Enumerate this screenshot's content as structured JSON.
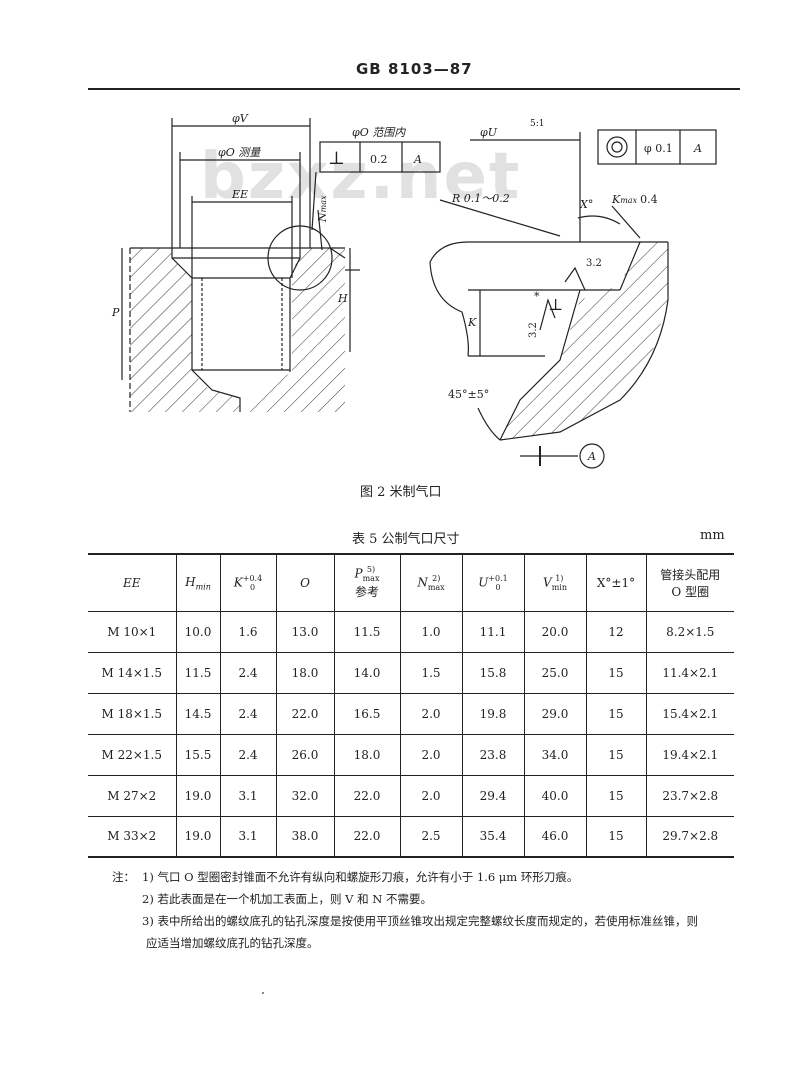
{
  "header": {
    "standard_no": "GB 8103—87"
  },
  "watermark": "bzxz.net",
  "figure": {
    "caption": "图 2  米制气口",
    "labels": {
      "phi_v": "φV",
      "phi_o_measure": "φO 测量",
      "ee": "EE",
      "n_max": "N",
      "n_max_sub": "max",
      "p": "P",
      "h": "H",
      "phi_o_range": "φO 范围内",
      "perp_symbol": "⊥",
      "tol_02": "0.2",
      "datum_a": "A",
      "scale": "5:1",
      "phi_u": "φU",
      "conc_tol": "φ 0.1",
      "r_range": "R 0.1～0.2",
      "x_deg": "X°",
      "k_max": "K",
      "k_max_sub": "max",
      "k_max_val": "0.4",
      "rough_32": "3.2",
      "k": "K",
      "star": "*",
      "angle_45": "45°±5°"
    }
  },
  "table": {
    "caption": "表 5  公制气口尺寸",
    "unit": "mm",
    "headers": {
      "ee": "EE",
      "h_min": "H",
      "h_min_sub": "min",
      "k": "K",
      "k_tol": "+0.4",
      "k_tol_low": "0",
      "o": "O",
      "p_max": "P",
      "p_max_sup": "5)",
      "p_max_sub": "max",
      "p_ref": "参考",
      "n_max": "N",
      "n_max_sup": "2)",
      "n_max_sub": "max",
      "u": "U",
      "u_tol": "+0.1",
      "u_tol_low": "0",
      "v_min": "V",
      "v_min_sup": "1)",
      "v_min_sub": "min",
      "x": "X°±1°",
      "oring_1": "管接头配用",
      "oring_2": "O 型圈"
    },
    "rows": [
      [
        "M 10×1",
        "10.0",
        "1.6",
        "13.0",
        "11.5",
        "1.0",
        "11.1",
        "20.0",
        "12",
        "8.2×1.5"
      ],
      [
        "M 14×1.5",
        "11.5",
        "2.4",
        "18.0",
        "14.0",
        "1.5",
        "15.8",
        "25.0",
        "15",
        "11.4×2.1"
      ],
      [
        "M 18×1.5",
        "14.5",
        "2.4",
        "22.0",
        "16.5",
        "2.0",
        "19.8",
        "29.0",
        "15",
        "15.4×2.1"
      ],
      [
        "M 22×1.5",
        "15.5",
        "2.4",
        "26.0",
        "18.0",
        "2.0",
        "23.8",
        "34.0",
        "15",
        "19.4×2.1"
      ],
      [
        "M 27×2",
        "19.0",
        "3.1",
        "32.0",
        "22.0",
        "2.0",
        "29.4",
        "40.0",
        "15",
        "23.7×2.8"
      ],
      [
        "M 33×2",
        "19.0",
        "3.1",
        "38.0",
        "22.0",
        "2.5",
        "35.4",
        "46.0",
        "15",
        "29.7×2.8"
      ]
    ]
  },
  "notes": {
    "label": "注：",
    "items": [
      "1) 气口 O 型圈密封锥面不允许有纵向和螺旋形刀痕，允许有小于 1.6 μm 环形刀痕。",
      "2) 若此表面是在一个机加工表面上，则 V 和 N 不需要。",
      "3) 表中所给出的螺纹底孔的钻孔深度是按使用平顶丝锥攻出规定完整螺纹长度而规定的，若使用标准丝锥，则",
      "应适当增加螺纹底孔的钻孔深度。"
    ]
  }
}
